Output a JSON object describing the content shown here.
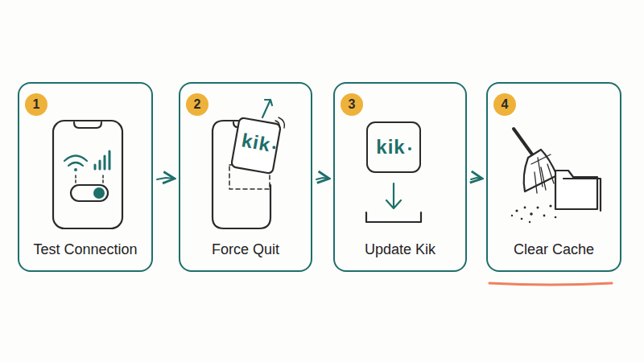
{
  "diagram": {
    "nodes": [
      {
        "text": [
          "Test Connection"
        ]
      },
      {
        "text": [
          "1"
        ],
        "in": 0
      },
      {
        "text": [
          "Force Quit"
        ]
      },
      {
        "text": [
          "2"
        ],
        "in": 2
      },
      {
        "text": [
          "Update Kik"
        ]
      },
      {
        "text": [
          "3"
        ],
        "in": 4
      },
      {
        "text": [
          "Clear Cache"
        ]
      },
      {
        "text": [
          "4"
        ],
        "in": 6
      }
    ],
    "edges": [
      {
        "from": 0,
        "to": 2,
        "arrow": "to"
      },
      {
        "from": 2,
        "to": 4,
        "arrow": "to"
      },
      {
        "from": 4,
        "to": 6,
        "arrow": "to"
      }
    ],
    "labels": [
      "kik",
      "kik"
    ]
  }
}
